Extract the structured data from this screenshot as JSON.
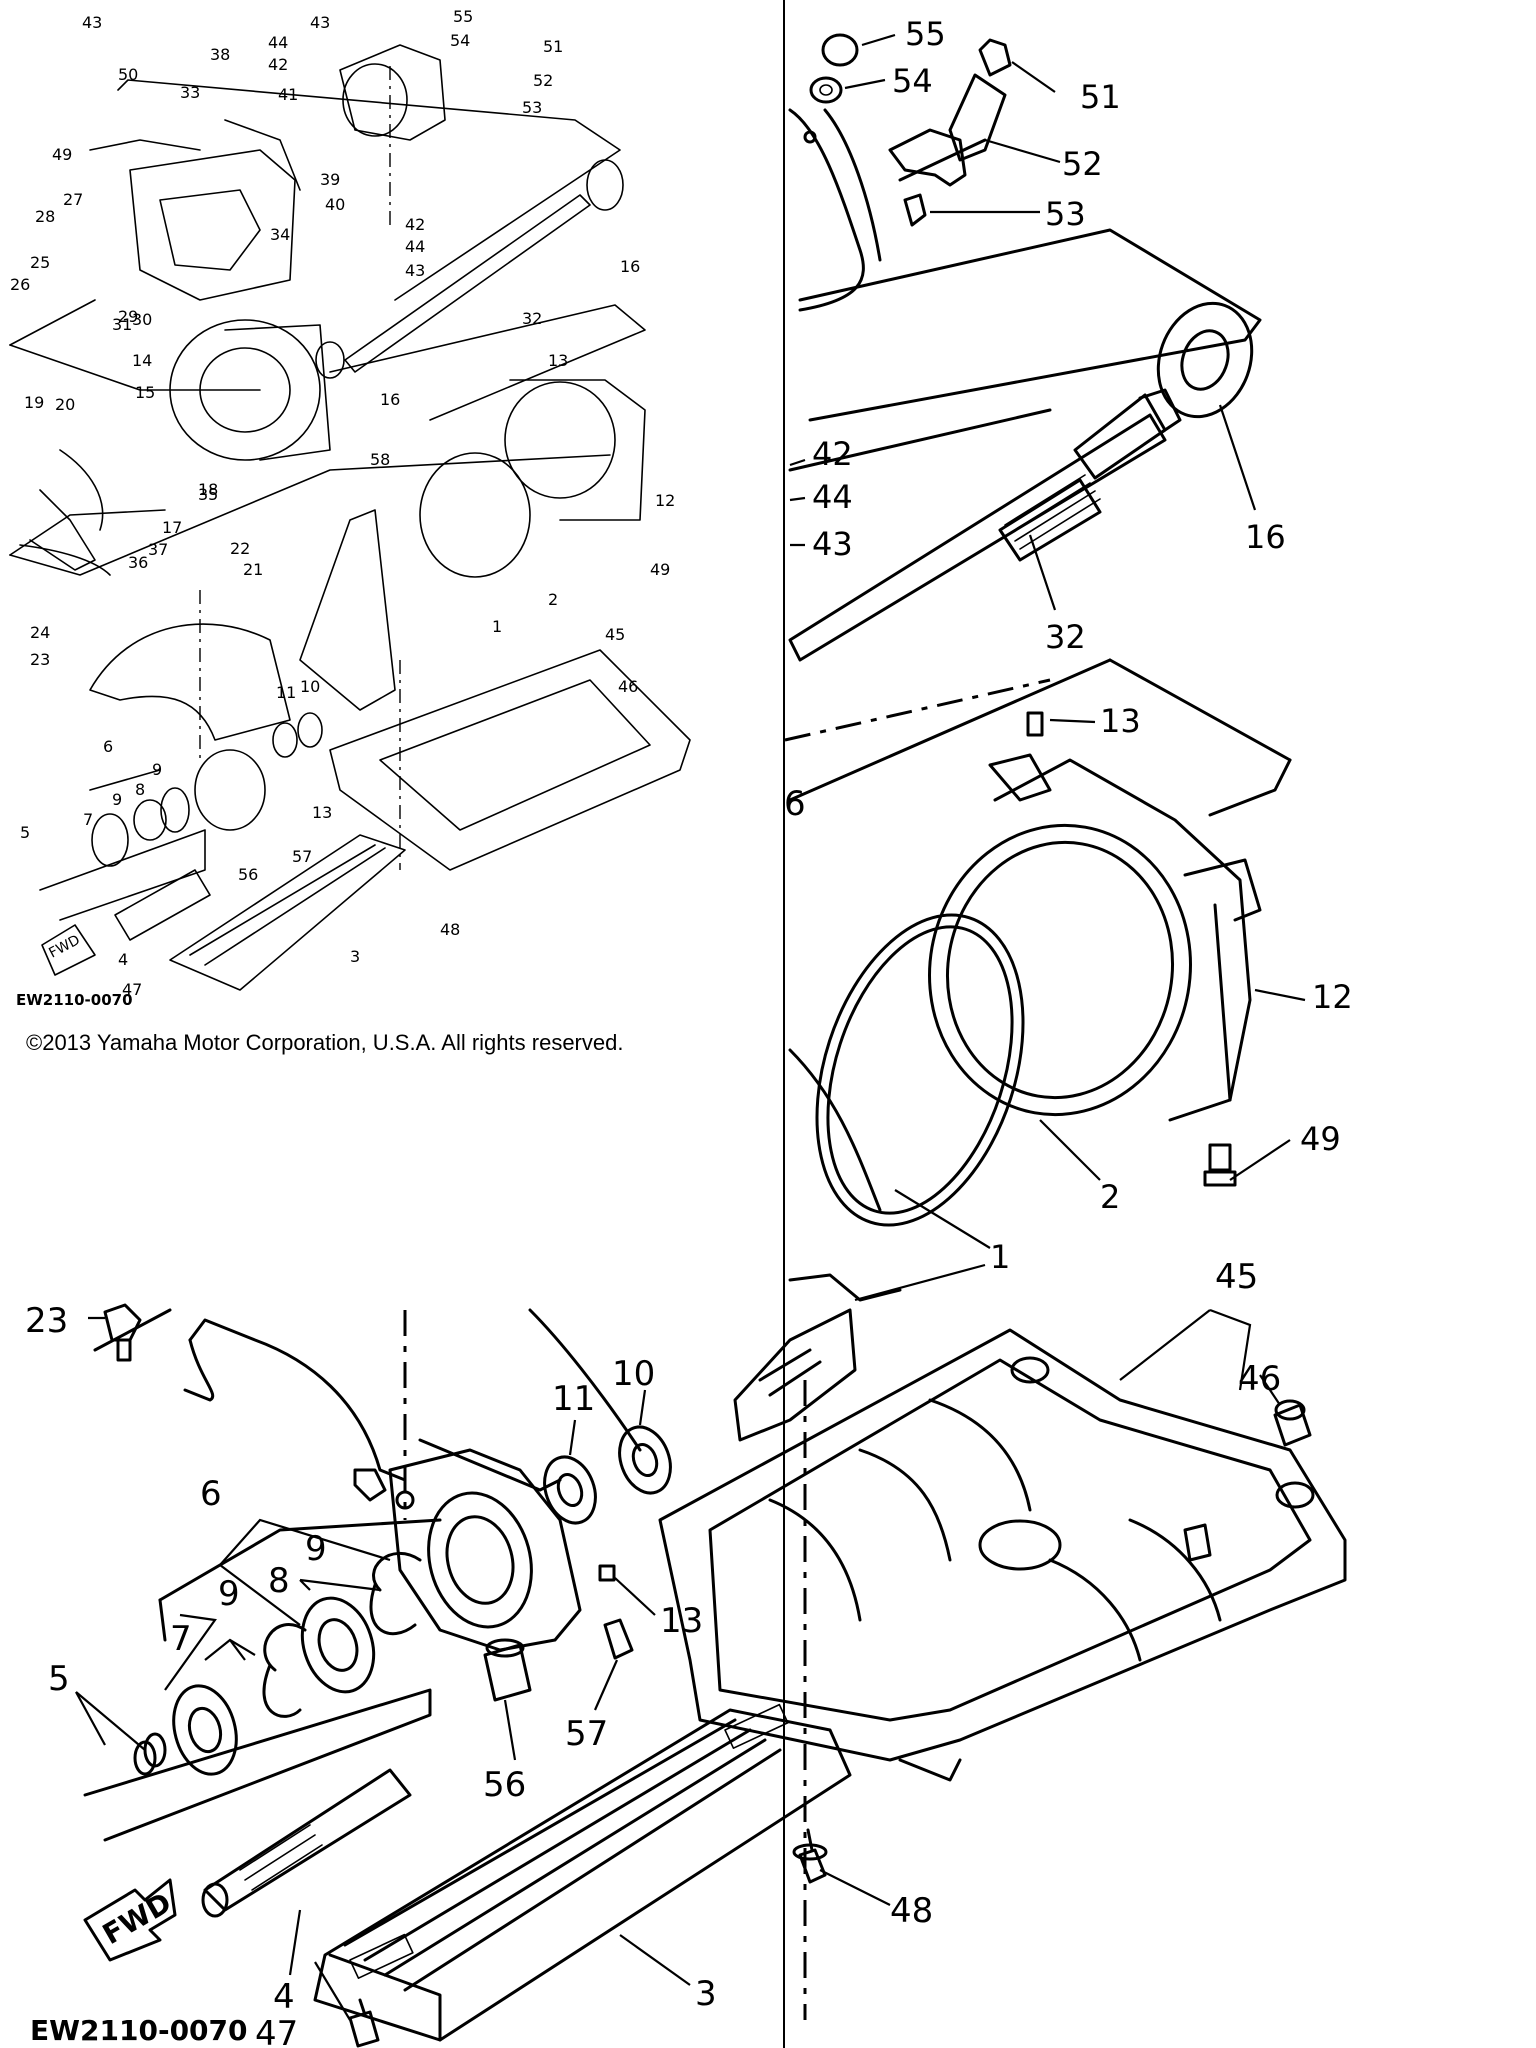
{
  "copyright": "©2013 Yamaha Motor Corporation, U.S.A. All rights reserved.",
  "diagram_code": "EW2110-0070",
  "direction_arrow": "FWD",
  "part_labels": {
    "p1": "1",
    "p2": "2",
    "p3": "3",
    "p4": "4",
    "p5": "5",
    "p6": "6",
    "p7": "7",
    "p8": "8",
    "p9": "9",
    "p10": "10",
    "p11": "11",
    "p12": "12",
    "p13": "13",
    "p14": "14",
    "p15": "15",
    "p16": "16",
    "p17": "17",
    "p18": "18",
    "p19": "19",
    "p20": "20",
    "p21": "21",
    "p22": "22",
    "p23": "23",
    "p24": "24",
    "p25": "25",
    "p26": "26",
    "p27": "27",
    "p28": "28",
    "p29": "29",
    "p30": "30",
    "p31": "31",
    "p32": "32",
    "p33": "33",
    "p34": "34",
    "p35": "35",
    "p36": "36",
    "p37": "37",
    "p38": "38",
    "p39": "39",
    "p40": "40",
    "p41": "41",
    "p42": "42",
    "p43": "43",
    "p44": "44",
    "p45": "45",
    "p46": "46",
    "p47": "47",
    "p48": "48",
    "p49": "49",
    "p50": "50",
    "p51": "51",
    "p52": "52",
    "p53": "53",
    "p54": "54",
    "p55": "55",
    "p56": "56",
    "p57": "57",
    "p58": "58"
  }
}
